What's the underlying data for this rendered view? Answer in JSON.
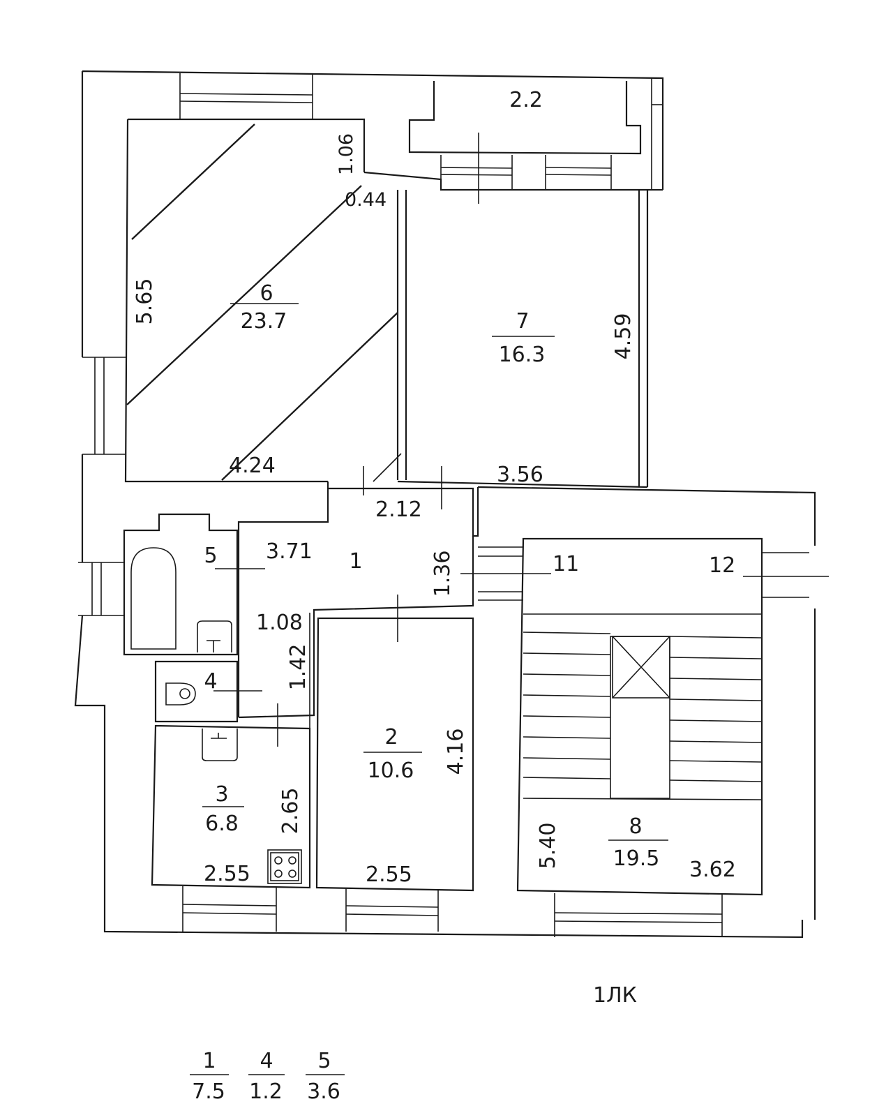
{
  "rooms": {
    "r6": {
      "num": "6",
      "area": "23.7"
    },
    "r7": {
      "num": "7",
      "area": "16.3"
    },
    "r2": {
      "num": "2",
      "area": "10.6"
    },
    "r3": {
      "num": "3",
      "area": "6.8"
    },
    "r8": {
      "num": "8",
      "area": "19.5"
    },
    "r1": {
      "num": "1"
    },
    "r4": {
      "num": "4"
    },
    "r5": {
      "num": "5"
    },
    "r11": {
      "num": "11"
    },
    "r12": {
      "num": "12"
    }
  },
  "dims": {
    "balcony": "2.2",
    "d106": "1.06",
    "d044": "0.44",
    "d565": "5.65",
    "d424": "4.24",
    "d459": "4.59",
    "d356": "3.56",
    "d212": "2.12",
    "d371": "3.71",
    "d136": "1.36",
    "d108": "1.08",
    "d142": "1.42",
    "d416": "4.16",
    "d265": "2.65",
    "d255a": "2.55",
    "d255b": "2.55",
    "d540": "5.40",
    "d362": "3.62"
  },
  "stamp": "1ЛК",
  "legend": [
    {
      "num": "1",
      "area": "7.5"
    },
    {
      "num": "4",
      "area": "1.2"
    },
    {
      "num": "5",
      "area": "3.6"
    }
  ]
}
